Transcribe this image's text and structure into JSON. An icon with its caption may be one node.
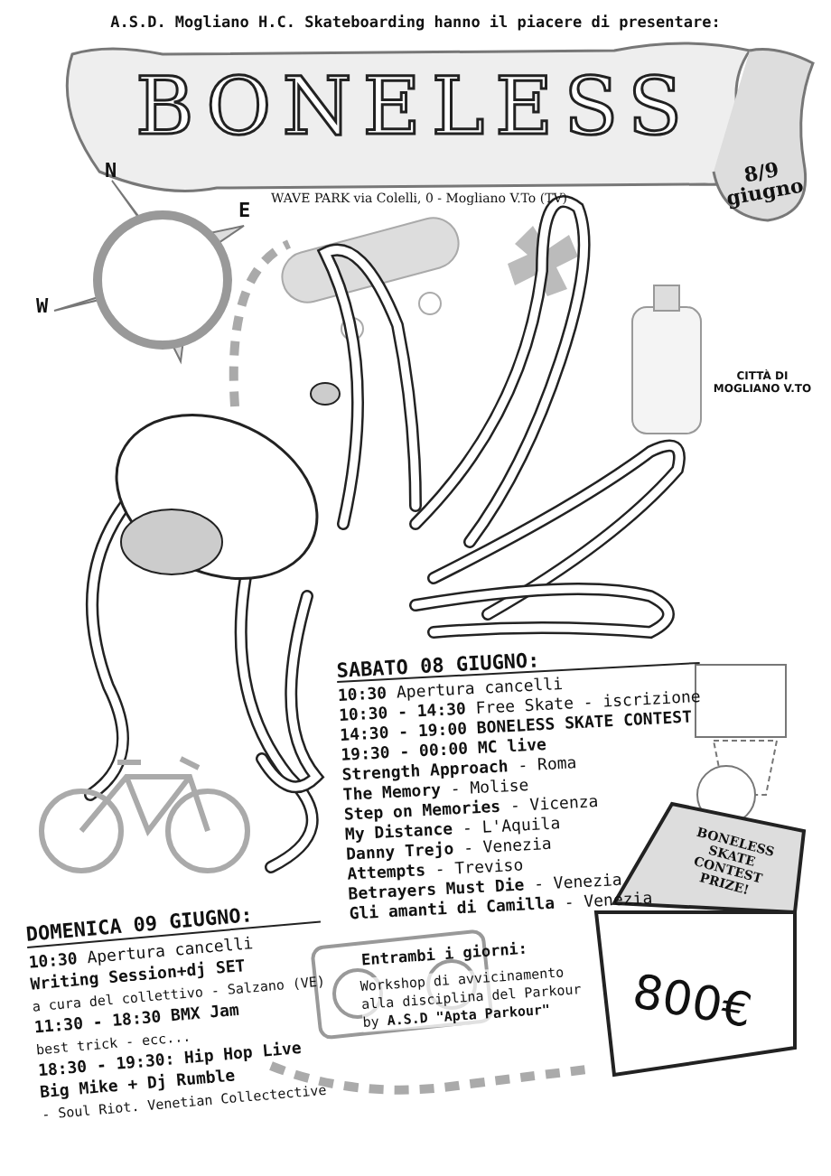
{
  "diagram": {
    "title": "BONELESS",
    "labels": [
      "A.S.D. Mogliano H.C. Skateboarding hanno il piacere di presentare:",
      "N",
      "E",
      "W",
      "WAVE PARK via Colelli, 0 - Mogliano V.To (TV)",
      "8/9 giugno",
      "CITTÀ DI MOGLIANO V.TO",
      "SABATO 08 GIUGNO:",
      "**10:30** Apertura cancelli",
      "**10:30 - 14:30** Free Skate - iscrizione",
      "14:30 - 19:00 BONELESS SKATE CONTEST",
      "19:30 - 00:00 MC live",
      "**Strength Approach** - Roma",
      "**The Memory** - Molise",
      "**Step on Memories** - Vicenza",
      "**My Distance** - L'Aquila",
      "**Danny Trejo** - Venezia",
      "**Attempts** - Treviso",
      "**Betrayers Must Die** - Venezia",
      "**Gli amanti di Camilla** - Venezia",
      "DOMENICA 09 GIUGNO:",
      "**10:30** Apertura cancelli",
      "Writing Session+dj SET",
      "a cura del collettivo - Salzano (VE)",
      "11:30 - 18:30 BMX Jam",
      "best trick - ecc...",
      "18:30 - 19:30: Hip Hop Live",
      "Big Mike + Dj Rumble",
      "- Soul Riot. Venetian Collectective",
      "Entrambi i giorni:",
      "Workshop di avvicinamento alla disciplina del Parkour by **A.S.D \"Apta Parkour\"**",
      "BONELESS SKATE CONTEST PRIZE!",
      "800€"
    ]
  }
}
